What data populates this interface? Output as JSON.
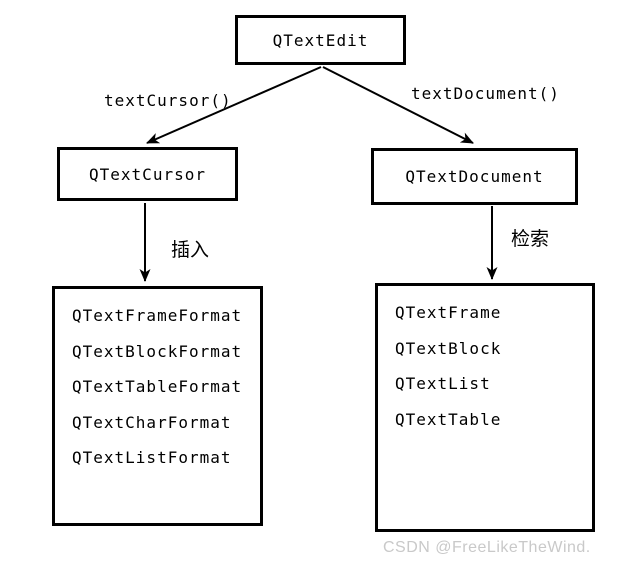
{
  "root_box": {
    "label": "QTextEdit"
  },
  "edges": {
    "text_cursor_label": "textCursor()",
    "text_document_label": "textDocument()",
    "insert_label": "插入",
    "retrieve_label": "检索"
  },
  "cursor_box": {
    "label": "QTextCursor"
  },
  "document_box": {
    "label": "QTextDocument"
  },
  "format_box": {
    "items": [
      "QTextFrameFormat",
      "QTextBlockFormat",
      "QTextTableFormat",
      "QTextCharFormat",
      "QTextListFormat"
    ]
  },
  "object_box": {
    "items": [
      "QTextFrame",
      "QTextBlock",
      "QTextList",
      "QTextTable"
    ]
  },
  "watermark": {
    "text": "CSDN @FreeLikeTheWind."
  },
  "colors": {
    "line": "#000000",
    "background": "#ffffff",
    "watermark": "#c9c9c9"
  }
}
